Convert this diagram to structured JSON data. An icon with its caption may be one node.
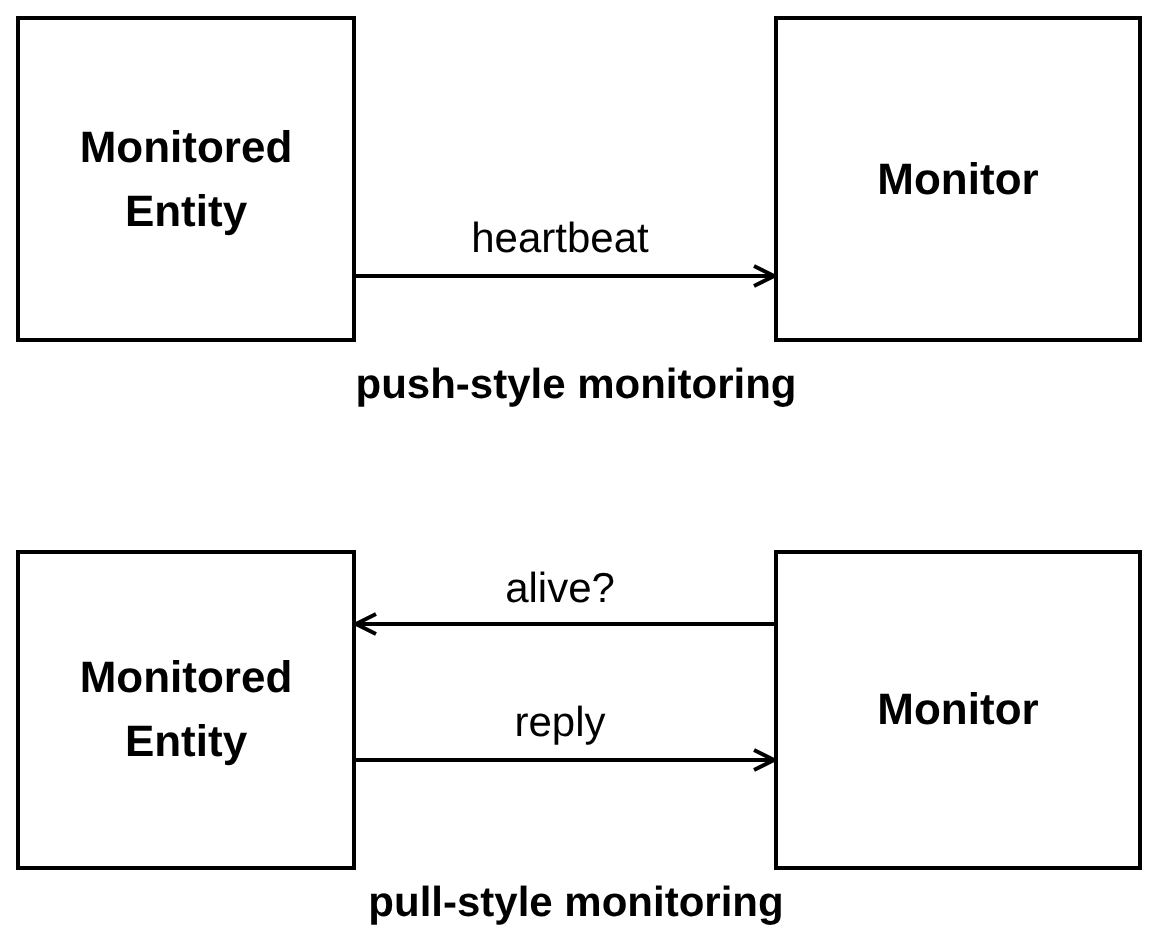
{
  "diagram": {
    "nodes": [
      {
        "text": [
          "Monitored Entity"
        ]
      },
      {
        "text": [
          "Monitor"
        ]
      },
      {
        "text": [
          "Monitored Entity"
        ]
      },
      {
        "text": [
          "Monitor"
        ]
      }
    ],
    "edges": [
      {
        "from": 0,
        "to": 1,
        "arrow": "to",
        "label": "heartbeat"
      },
      {
        "from": 3,
        "to": 2,
        "arrow": "to",
        "label": "alive?"
      },
      {
        "from": 2,
        "to": 3,
        "arrow": "to",
        "label": "reply"
      }
    ],
    "labels": [
      "push-style monitoring",
      "pull-style monitoring"
    ]
  }
}
